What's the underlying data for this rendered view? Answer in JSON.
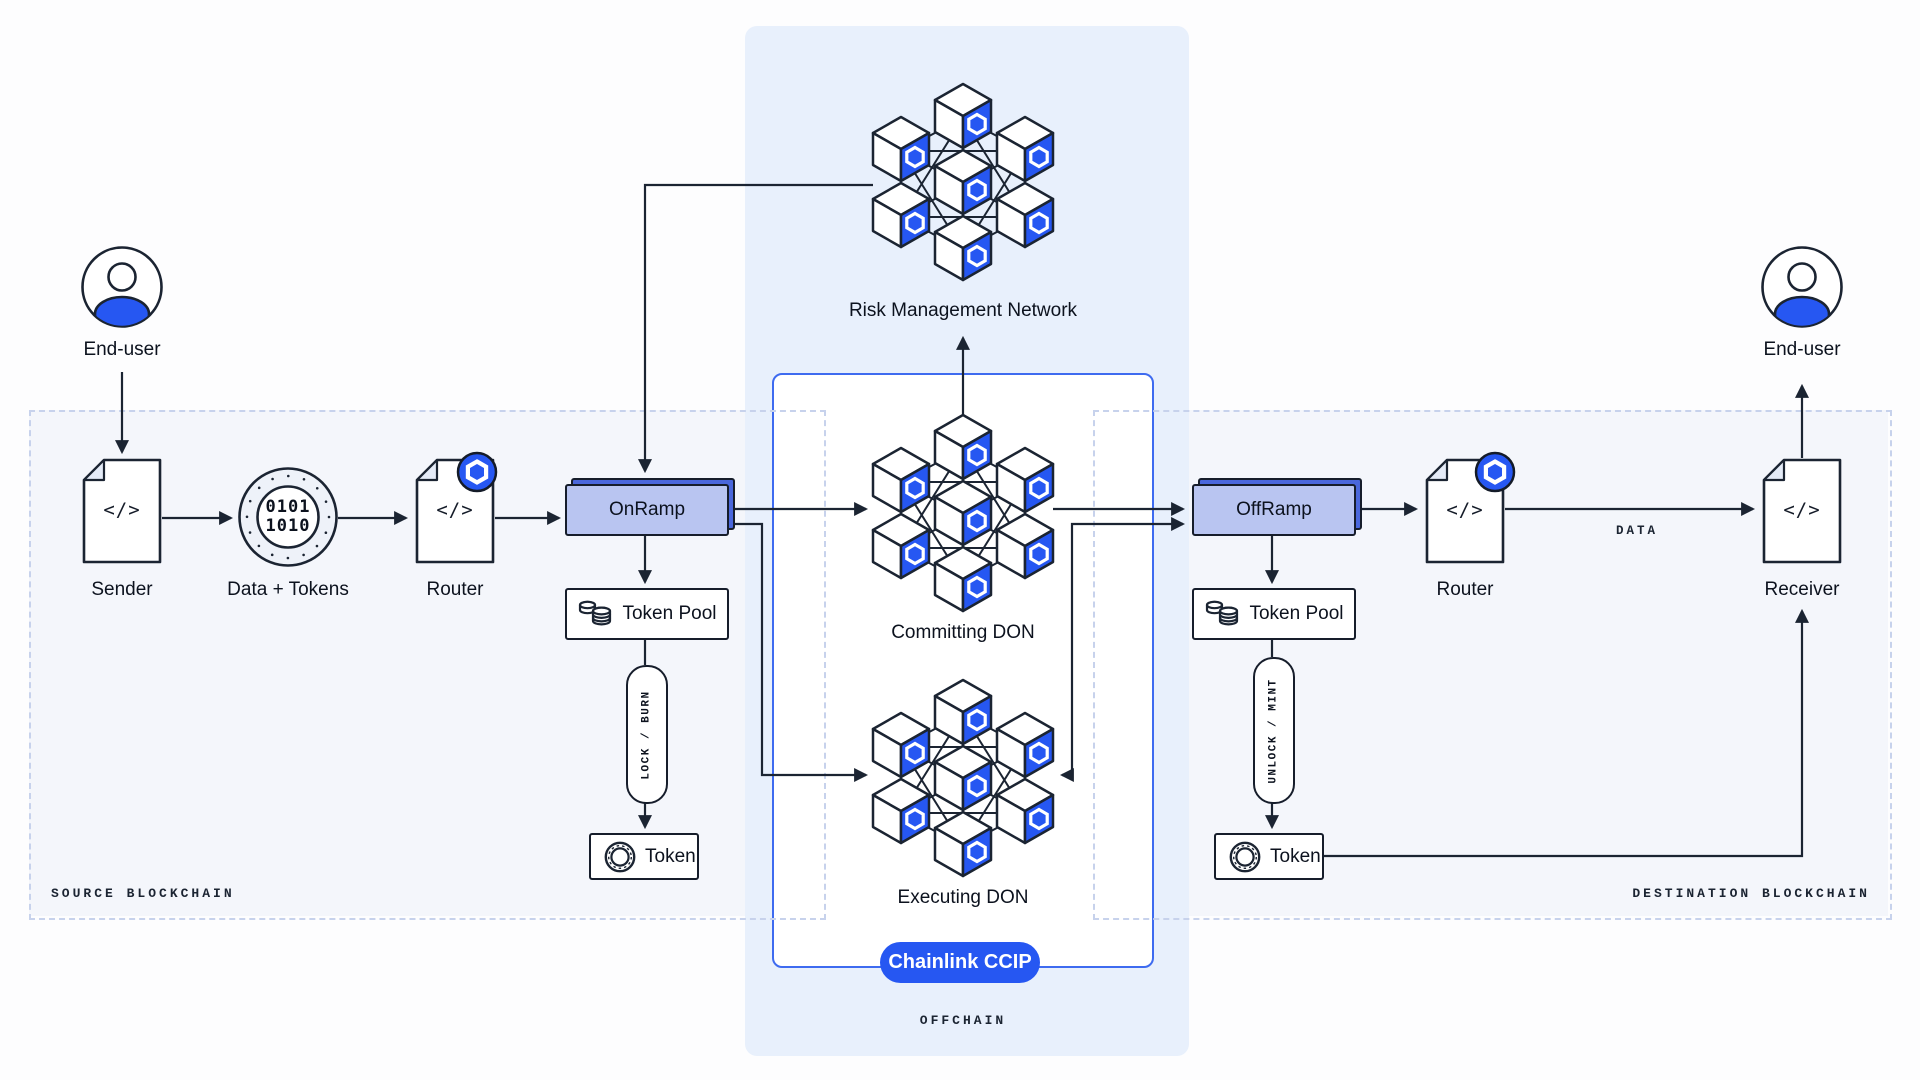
{
  "colors": {
    "accent_blue": "#2657F2",
    "line": "#1B2432",
    "ramp_fill": "#B9C5F1",
    "ramp_back": "#4A67DC",
    "panel_fill": "#F4F6FB",
    "panel_dash_border": "#C7D2EC",
    "offchain_fill": "#E8F0FC",
    "ccip_box_border": "#3E6BF0",
    "doc_fold_fill": "#E4EBF7"
  },
  "icons": {
    "code_glyph": "</>"
  },
  "source": {
    "panel_label": "SOURCE BLOCKCHAIN",
    "end_user_label": "End-user",
    "sender_label": "Sender",
    "data_tokens_label": "Data + Tokens",
    "binary_line_1": "0101",
    "binary_line_2": "1010",
    "router_label": "Router",
    "onramp_label": "OnRamp",
    "token_pool_label": "Token Pool",
    "lock_burn_label": "LOCK / BURN",
    "token_label": "Token"
  },
  "offchain": {
    "panel_label": "OFFCHAIN",
    "risk_management_label": "Risk Management Network",
    "committing_don_label": "Committing DON",
    "executing_don_label": "Executing DON",
    "ccip_badge_label": "Chainlink CCIP"
  },
  "destination": {
    "panel_label": "DESTINATION BLOCKCHAIN",
    "offramp_label": "OffRamp",
    "token_pool_label": "Token Pool",
    "unlock_mint_label": "UNLOCK / MINT",
    "token_label": "Token",
    "router_label": "Router",
    "data_edge_label": "DATA",
    "receiver_label": "Receiver",
    "end_user_label": "End-user"
  }
}
